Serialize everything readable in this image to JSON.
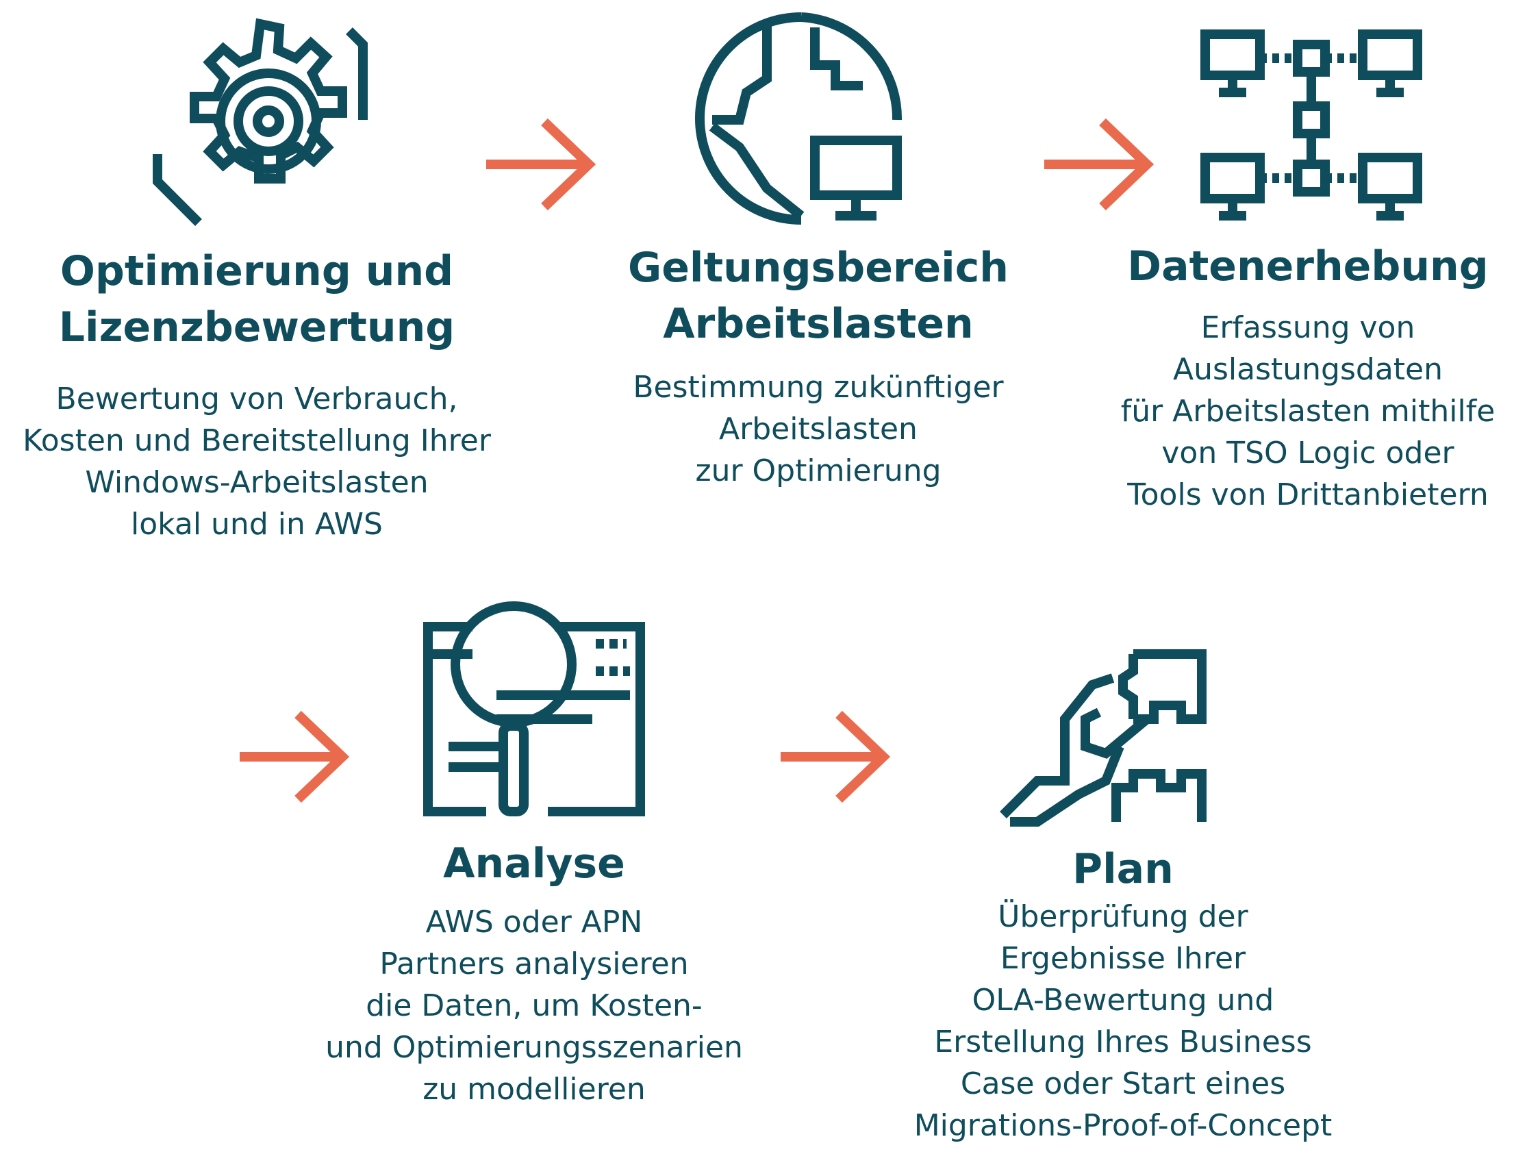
{
  "colors": {
    "primary": "#0f4c5c",
    "arrow": "#ea6a4d",
    "background": "#ffffff"
  },
  "steps": [
    {
      "icon": "gear-icon",
      "title": [
        "Optimierung und",
        "Lizenzbewertung"
      ],
      "description": [
        "Bewertung von Verbrauch,",
        "Kosten und Bereitstellung Ihrer",
        "Windows-Arbeitslasten",
        "lokal und in AWS"
      ]
    },
    {
      "icon": "globe-monitor-icon",
      "title": [
        "Geltungsbereich",
        "Arbeitslasten"
      ],
      "description": [
        "Bestimmung zukünftiger",
        "Arbeitslasten",
        "zur Optimierung"
      ]
    },
    {
      "icon": "network-computers-icon",
      "title": [
        "Datenerhebung"
      ],
      "description": [
        "Erfassung von",
        "Auslastungsdaten",
        "für Arbeitslasten mithilfe",
        "von TSO Logic oder",
        "Tools von Drittanbietern"
      ]
    },
    {
      "icon": "document-search-icon",
      "title": [
        "Analyse"
      ],
      "description": [
        "AWS oder APN",
        "Partners analysieren",
        "die Daten, um Kosten-",
        "und Optimierungsszenarien",
        "zu modellieren"
      ]
    },
    {
      "icon": "hand-puzzle-icon",
      "title": [
        "Plan"
      ],
      "description": [
        "Überprüfung der",
        "Ergebnisse Ihrer",
        "OLA-Bewertung und",
        "Erstellung Ihres Business",
        "Case oder Start eines",
        "Migrations-Proof-of-Concept"
      ]
    }
  ]
}
